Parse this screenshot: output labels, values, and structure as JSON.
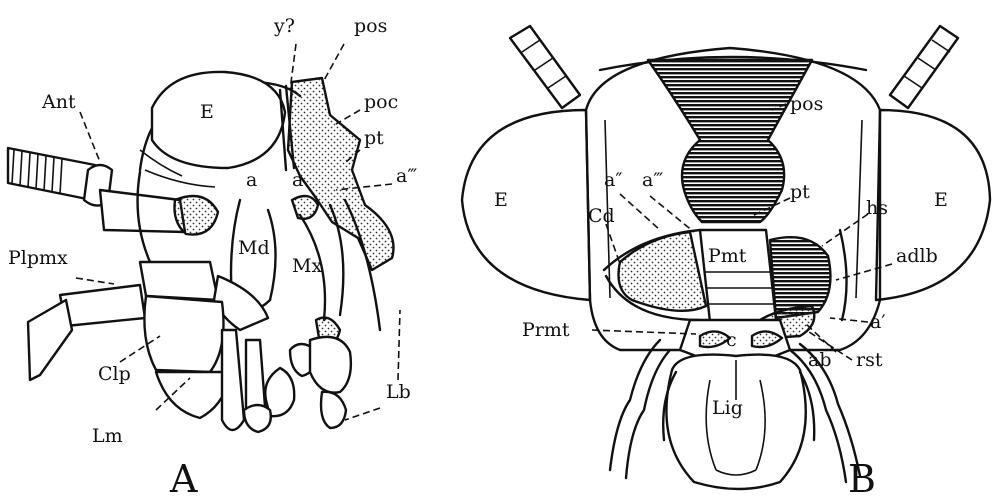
{
  "figure": {
    "panels": [
      "A",
      "B"
    ],
    "labels_a": {
      "ant": "Ant",
      "plpmx": "Plpmx",
      "clp": "Clp",
      "lm": "Lm",
      "e": "E",
      "y": "y?",
      "pos": "pos",
      "poc": "poc",
      "pt": "pt",
      "a": "a",
      "a_dot": "a",
      "a3": "a‴",
      "md": "Md",
      "mx": "Mx",
      "lb": "Lb"
    },
    "labels_b": {
      "pos": "pos",
      "e_left": "E",
      "e_right": "E",
      "a2": "a″",
      "a3": "a‴",
      "pt": "pt",
      "hs": "hs",
      "cd": "Cd",
      "pmt": "Pmt",
      "adlb": "adlb",
      "a1": "a′",
      "prmt": "Prmt",
      "c": "c",
      "ab": "ab",
      "rst": "rst",
      "lig": "Lig"
    }
  }
}
